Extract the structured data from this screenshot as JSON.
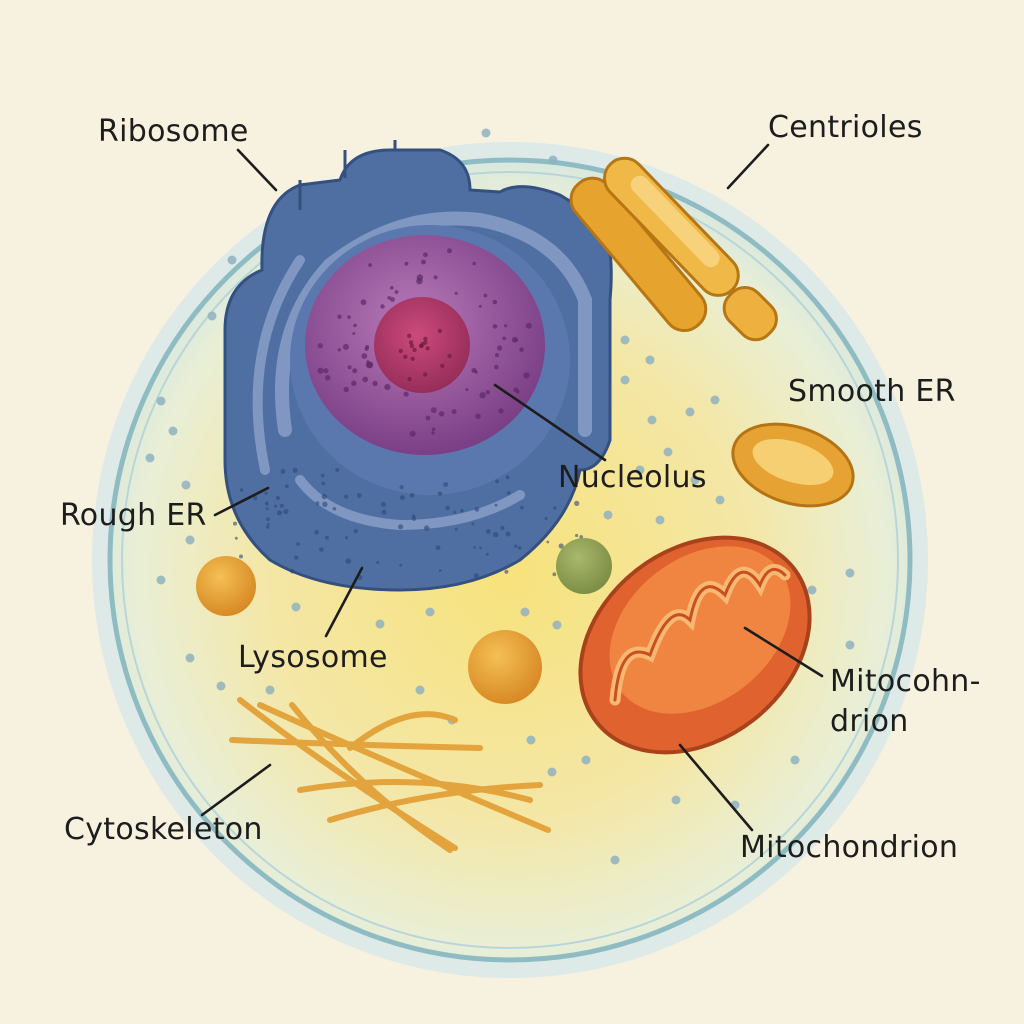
{
  "labels": {
    "ribosome": "Ribosome",
    "centrioles": "Centrioles",
    "smooth_er": "Smooth ER",
    "nucleolus": "Nucleolus",
    "rough_er": "Rough ER",
    "lysosome": "Lysosome",
    "mitochondrion_wrapped_line1": "Mitocohn-",
    "mitochondrion_wrapped_line2": "drion",
    "cytoskeleton": "Cytoskeleton",
    "mitochondrion": "Mitochondrion"
  },
  "colors": {
    "background": "#f7f1df",
    "membrane": "#9cc4c9",
    "cytoplasm": "#f5e39a",
    "er_blue": "#4f6fa3",
    "nucleus": "#8e5296",
    "nucleolus": "#b03a6a",
    "centriole": "#e6a42e",
    "mitochondrion": "#e0622e",
    "lysosome": "#e8a33a",
    "vesicle_green": "#8fa35a",
    "cytoskeleton": "#e3a33d"
  }
}
